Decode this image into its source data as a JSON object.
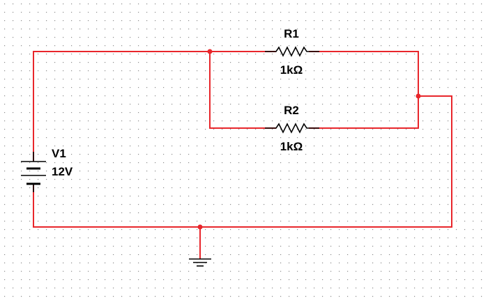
{
  "colors": {
    "background": "#ffffff",
    "grid_dot": "#8c8c8c",
    "wire": "#e8262b",
    "component": "#000000",
    "junction": "#e8262b"
  },
  "components": {
    "r1": {
      "ref": "R1",
      "value": "1kΩ"
    },
    "r2": {
      "ref": "R2",
      "value": "1kΩ"
    },
    "v1": {
      "ref": "V1",
      "value": "12V"
    },
    "ground": {
      "icon": "ground-icon"
    }
  }
}
